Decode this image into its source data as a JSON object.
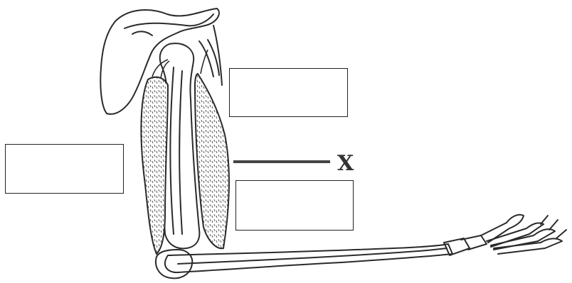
{
  "diagram": {
    "pointer_label": "X",
    "label_boxes": [
      {
        "id": "box-upper-right",
        "text": ""
      },
      {
        "id": "box-left",
        "text": ""
      },
      {
        "id": "box-lower-right",
        "text": ""
      }
    ]
  },
  "colors": {
    "line": "#2a2a2a",
    "background": "#ffffff",
    "stipple": "#555555"
  }
}
